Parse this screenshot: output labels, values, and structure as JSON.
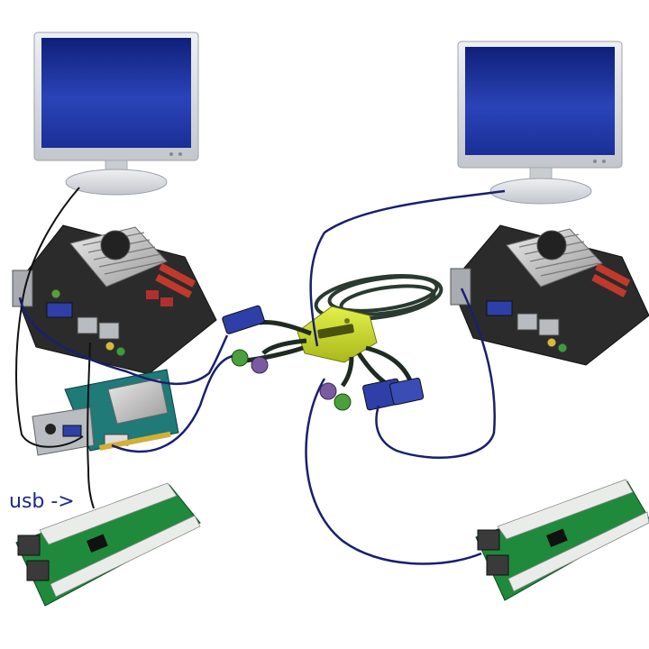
{
  "annotation": {
    "usb_label": "usb ->"
  },
  "colors": {
    "background": "#ffffff",
    "monitor_bezel": "#d4d6da",
    "screen_blue": "#1a2f96",
    "pcb_dark": "#2a2a2a",
    "pcb_green": "#1f8a3c",
    "kvm_body": "#c8d92a",
    "vga_connector": "#2e3fa8",
    "ps2_purple": "#7a5aa0",
    "ps2_green": "#4aa03a",
    "cable_navy": "#1a1f6e",
    "cable_black": "#111111"
  },
  "components": [
    {
      "name": "monitor-left",
      "icon": "monitor-icon"
    },
    {
      "name": "monitor-right",
      "icon": "monitor-icon"
    },
    {
      "name": "motherboard-left",
      "icon": "motherboard-icon"
    },
    {
      "name": "motherboard-right",
      "icon": "motherboard-icon"
    },
    {
      "name": "graphics-card",
      "icon": "graphics-card-icon"
    },
    {
      "name": "kvm-switch",
      "icon": "kvm-switch-icon"
    },
    {
      "name": "relay-board-left",
      "icon": "relay-board-icon"
    },
    {
      "name": "relay-board-right",
      "icon": "relay-board-icon"
    }
  ]
}
